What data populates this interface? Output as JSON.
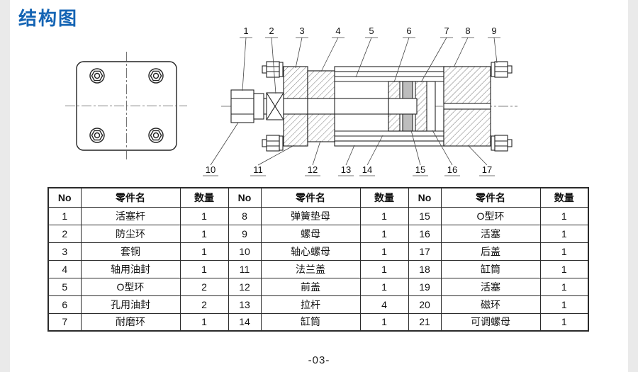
{
  "page": {
    "title": "结构图",
    "page_number": "-03-"
  },
  "colors": {
    "title_blue": "#1464b4",
    "line_dark": "#222222"
  },
  "diagram": {
    "callouts": [
      "1",
      "2",
      "3",
      "4",
      "5",
      "6",
      "7",
      "8",
      "9",
      "10",
      "11",
      "12",
      "13",
      "14",
      "15",
      "16",
      "17"
    ]
  },
  "table": {
    "headers": [
      "No",
      "零件名",
      "数量",
      "No",
      "零件名",
      "数量",
      "No",
      "零件名",
      "数量"
    ],
    "rows": [
      [
        "1",
        "活塞杆",
        "1",
        "8",
        "弹簧垫母",
        "1",
        "15",
        "O型环",
        "1"
      ],
      [
        "2",
        "防尘环",
        "1",
        "9",
        "螺母",
        "1",
        "16",
        "活塞",
        "1"
      ],
      [
        "3",
        "套铜",
        "1",
        "10",
        "轴心螺母",
        "1",
        "17",
        "后盖",
        "1"
      ],
      [
        "4",
        "轴用油封",
        "1",
        "11",
        "法兰盖",
        "1",
        "18",
        "缸筒",
        "1"
      ],
      [
        "5",
        "O型环",
        "2",
        "12",
        "前盖",
        "1",
        "19",
        "活塞",
        "1"
      ],
      [
        "6",
        "孔用油封",
        "2",
        "13",
        "拉杆",
        "4",
        "20",
        "磁环",
        "1"
      ],
      [
        "7",
        "耐磨环",
        "1",
        "14",
        "缸筒",
        "1",
        "21",
        "可调螺母",
        "1"
      ]
    ]
  }
}
